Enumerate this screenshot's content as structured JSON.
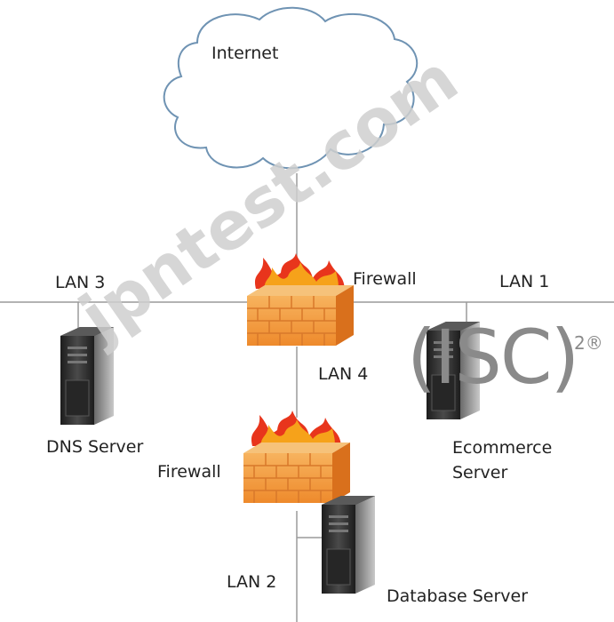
{
  "labels": {
    "internet": "Internet",
    "firewall_top": "Firewall",
    "lan3": "LAN 3",
    "lan1": "LAN 1",
    "lan4": "LAN 4",
    "lan2": "LAN 2",
    "dns_server": "DNS Server",
    "firewall_bottom": "Firewall",
    "ecommerce_line1": "Ecommerce",
    "ecommerce_line2": "Server",
    "database_server": "Database Server"
  },
  "watermark": "jpntest.com",
  "logo": {
    "text": "(ISC)",
    "superscript": "2®"
  },
  "colors": {
    "cloud_stroke": "#6f93b3",
    "line": "#9a9a9a",
    "brick": "#f39a3b",
    "brick_mortar": "#e07a22",
    "flame": "#e8351c",
    "server_dark": "#2a2a2a",
    "logo_gray": "#8a8a8a"
  }
}
